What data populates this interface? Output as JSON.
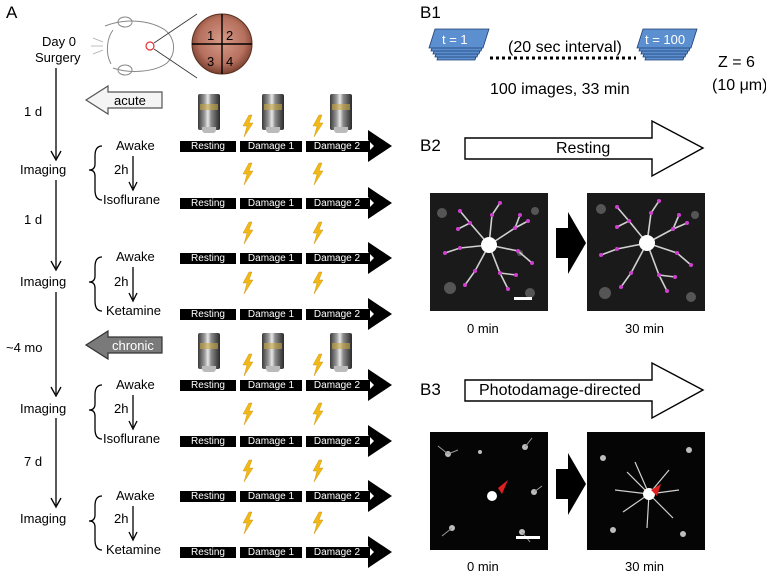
{
  "panels": {
    "A": "A",
    "B1": "B1",
    "B2": "B2",
    "B3": "B3"
  },
  "timeline": {
    "day0_line1": "Day 0",
    "day0_line2": "Surgery",
    "interval_1d_a": "1 d",
    "interval_1d_b": "1 d",
    "interval_4mo": "~4 mo",
    "interval_7d": "7 d",
    "imaging": "Imaging",
    "awake": "Awake",
    "two_h": "2h",
    "isoflurane": "Isoflurane",
    "ketamine": "Ketamine",
    "acute": "acute",
    "chronic": "chronic"
  },
  "window_quadrants": [
    "1",
    "2",
    "3",
    "4"
  ],
  "bar_segments": {
    "resting": "Resting",
    "damage1": "Damage 1",
    "damage2": "Damage 2"
  },
  "b1": {
    "first_stack": "t = 1",
    "last_stack": "t = 100",
    "interval": "(20 sec interval)",
    "count": "100 images, 33 min",
    "z_line1": "Z = 6",
    "z_line2": "(10 μm)"
  },
  "b2": {
    "arrow_label": "Resting",
    "time_start": "0 min",
    "time_end": "30 min"
  },
  "b3": {
    "arrow_label": "Photodamage-directed",
    "time_start": "0 min",
    "time_end": "30 min"
  },
  "colors": {
    "stack_blue": "#5b8fd0",
    "bolt": "#f2b818",
    "process_magenta": "#d040d0",
    "damage_red": "#e02020"
  }
}
